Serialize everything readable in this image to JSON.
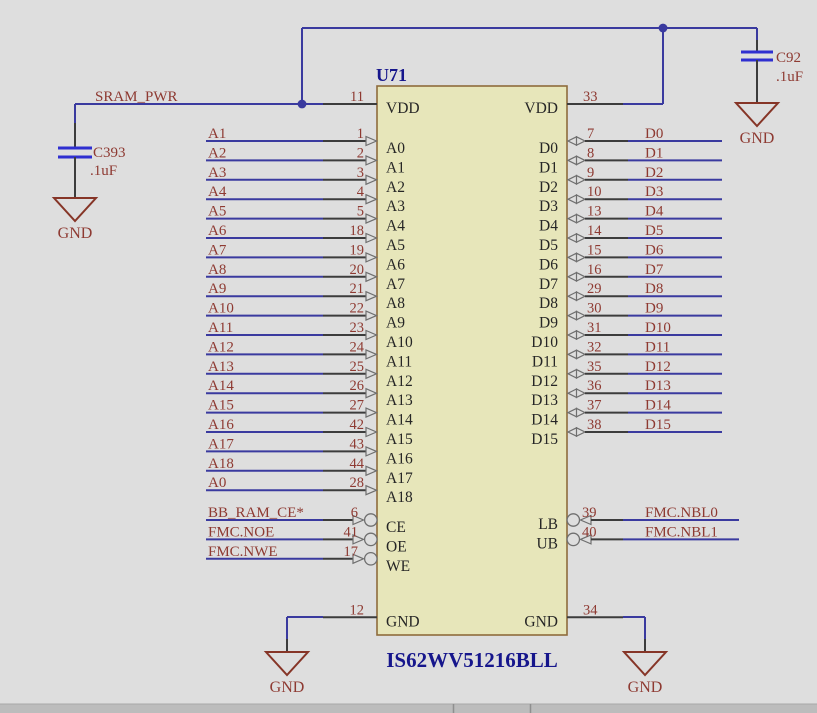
{
  "power_net": "SRAM_PWR",
  "u71": {
    "designator": "U71",
    "part": "IS62WV51216BLL",
    "left": {
      "power": [
        {
          "num": "11",
          "name": "VDD",
          "net": "SRAM_PWR"
        }
      ],
      "address": [
        {
          "num": "1",
          "name": "A0",
          "net": "A1"
        },
        {
          "num": "2",
          "name": "A1",
          "net": "A2"
        },
        {
          "num": "3",
          "name": "A2",
          "net": "A3"
        },
        {
          "num": "4",
          "name": "A3",
          "net": "A4"
        },
        {
          "num": "5",
          "name": "A4",
          "net": "A5"
        },
        {
          "num": "18",
          "name": "A5",
          "net": "A6"
        },
        {
          "num": "19",
          "name": "A6",
          "net": "A7"
        },
        {
          "num": "20",
          "name": "A7",
          "net": "A8"
        },
        {
          "num": "21",
          "name": "A8",
          "net": "A9"
        },
        {
          "num": "22",
          "name": "A9",
          "net": "A10"
        },
        {
          "num": "23",
          "name": "A10",
          "net": "A11"
        },
        {
          "num": "24",
          "name": "A11",
          "net": "A12"
        },
        {
          "num": "25",
          "name": "A12",
          "net": "A13"
        },
        {
          "num": "26",
          "name": "A13",
          "net": "A14"
        },
        {
          "num": "27",
          "name": "A14",
          "net": "A15"
        },
        {
          "num": "42",
          "name": "A15",
          "net": "A16"
        },
        {
          "num": "43",
          "name": "A16",
          "net": "A17"
        },
        {
          "num": "44",
          "name": "A17",
          "net": "A18"
        },
        {
          "num": "28",
          "name": "A18",
          "net": "A0"
        }
      ],
      "control": [
        {
          "num": "6",
          "name": "CE",
          "net": "BB_RAM_CE*"
        },
        {
          "num": "41",
          "name": "OE",
          "net": "FMC.NOE"
        },
        {
          "num": "17",
          "name": "WE",
          "net": "FMC.NWE"
        }
      ],
      "ground": [
        {
          "num": "12",
          "name": "GND"
        }
      ]
    },
    "right": {
      "power": [
        {
          "num": "33",
          "name": "VDD"
        }
      ],
      "data": [
        {
          "num": "7",
          "name": "D0",
          "net": "D0"
        },
        {
          "num": "8",
          "name": "D1",
          "net": "D1"
        },
        {
          "num": "9",
          "name": "D2",
          "net": "D2"
        },
        {
          "num": "10",
          "name": "D3",
          "net": "D3"
        },
        {
          "num": "13",
          "name": "D4",
          "net": "D4"
        },
        {
          "num": "14",
          "name": "D5",
          "net": "D5"
        },
        {
          "num": "15",
          "name": "D6",
          "net": "D6"
        },
        {
          "num": "16",
          "name": "D7",
          "net": "D7"
        },
        {
          "num": "29",
          "name": "D8",
          "net": "D8"
        },
        {
          "num": "30",
          "name": "D9",
          "net": "D9"
        },
        {
          "num": "31",
          "name": "D10",
          "net": "D10"
        },
        {
          "num": "32",
          "name": "D11",
          "net": "D11"
        },
        {
          "num": "35",
          "name": "D12",
          "net": "D12"
        },
        {
          "num": "36",
          "name": "D13",
          "net": "D13"
        },
        {
          "num": "37",
          "name": "D14",
          "net": "D14"
        },
        {
          "num": "38",
          "name": "D15",
          "net": "D15"
        }
      ],
      "byte": [
        {
          "num": "39",
          "name": "LB",
          "net": "FMC.NBL0"
        },
        {
          "num": "40",
          "name": "UB",
          "net": "FMC.NBL1"
        }
      ],
      "ground": [
        {
          "num": "34",
          "name": "GND"
        }
      ]
    }
  },
  "capacitors": [
    {
      "ref": "C393",
      "value": ".1uF"
    },
    {
      "ref": "C92",
      "value": ".1uF"
    }
  ],
  "grounds": [
    {
      "label": "GND"
    },
    {
      "label": "GND"
    },
    {
      "label": "GND"
    },
    {
      "label": "GND"
    }
  ],
  "colors": {
    "background": "#dedede",
    "wire": "#3a3a9f",
    "pin_stub": "#3c3c3c",
    "net_label": "#8e3a32",
    "component_outline": "#8e6b3c",
    "component_fill": "#e7e6ba",
    "designator_text": "#16168c",
    "pin_name": "#262626",
    "cap_plate": "#2f2fd0",
    "gnd_symbol": "#863527",
    "decoration": "#6f6f6f",
    "bottom_strip": "#bcbcbc",
    "bottom_tick": "#8f8f8f"
  }
}
